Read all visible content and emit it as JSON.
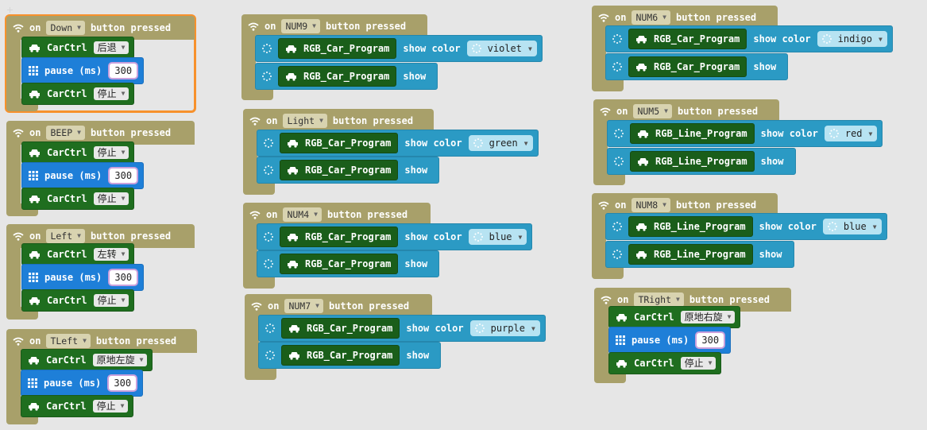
{
  "common": {
    "on": "on",
    "button_pressed": "button pressed",
    "carctrl": "CarCtrl",
    "pause": "pause (ms)",
    "show_color": "show color",
    "show": "show",
    "rgb_car": "RGB_Car_Program",
    "rgb_line": "RGB_Line_Program"
  },
  "events": {
    "down": {
      "button": "Down",
      "cmd1": "后退",
      "pause": "300",
      "cmd2": "停止"
    },
    "beep": {
      "button": "BEEP",
      "cmd1": "停止",
      "pause": "300",
      "cmd2": "停止"
    },
    "left": {
      "button": "Left",
      "cmd1": "左转",
      "pause": "300",
      "cmd2": "停止"
    },
    "tleft": {
      "button": "TLeft",
      "cmd1": "原地左旋",
      "pause": "300",
      "cmd2": "停止"
    },
    "num9": {
      "button": "NUM9",
      "color": "violet"
    },
    "light": {
      "button": "Light",
      "color": "green"
    },
    "num4": {
      "button": "NUM4",
      "color": "blue"
    },
    "num7": {
      "button": "NUM7",
      "color": "purple"
    },
    "num6": {
      "button": "NUM6",
      "color": "indigo"
    },
    "num5": {
      "button": "NUM5",
      "color": "red"
    },
    "num8": {
      "button": "NUM8",
      "color": "blue"
    },
    "tright": {
      "button": "TRight",
      "cmd1": "原地右旋",
      "pause": "300",
      "cmd2": "停止"
    }
  },
  "icons": {
    "event": "wifi-icon",
    "car": "car-icon",
    "pause": "grid-icon",
    "spinner": "spinner-icon"
  },
  "colors": {
    "event_block": "#a8a06a",
    "selected_outline": "#f7912c",
    "carctrl_green": "#1f6e1f",
    "pause_blue": "#1e7fd8",
    "rgb_teal": "#2b9ac4"
  }
}
